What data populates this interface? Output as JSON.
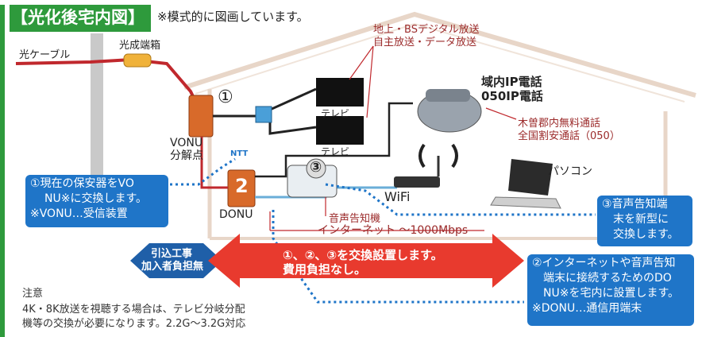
{
  "title": "【光化後宅内図】",
  "subtitle": "※模式的に図画しています。",
  "labels": {
    "fiber_cable": "光ケーブル",
    "optical_terminal_box": "光成端箱",
    "vonu_line1": "VONU",
    "vonu_line2": "分解点",
    "circle1": "①",
    "tv1": "テレビ",
    "tv2": "テレビ",
    "broadcast_line1": "地上・BSデジタル放送",
    "broadcast_line2": "自主放送・データ放送",
    "phone_line1": "域内IP電話",
    "phone_line2": "050IP電話",
    "call_line1": "木曽郡内無料通話",
    "call_line2": "全国割安通話（050）",
    "ntt_logo": "NTT",
    "circle3": "③",
    "wifi": "WiFi",
    "pc": "パソコン",
    "donu_num": "2",
    "donu": "DONU",
    "speaker_device": "音声告知機",
    "internet": "インターネット 〜1000Mbps"
  },
  "callouts": {
    "left_line1": "①現在の保安器をVO",
    "left_line2": "NU※に交換します。",
    "left_line3": "※VONU…受信装置",
    "right_top_line1": "③音声告知端",
    "right_top_line2": "末を新型に",
    "right_top_line3": "交換します。",
    "right_bottom_line1": "②インターネットや音声告知",
    "right_bottom_line2": "端末に接続するためのDO",
    "right_bottom_line3": "NU※を宅内に設置します。",
    "right_bottom_line4": "※DONU…通信用端末"
  },
  "arrows": {
    "blue_line1": "引込工事",
    "blue_line2": "加入者負担無",
    "red_line1": "①、②、③を交換設置します。",
    "red_line2": "費用負担なし。"
  },
  "notes": {
    "heading": "注意",
    "line1": "4K・8K放送を視聴する場合は、テレビ分岐分配",
    "line2": "機等の交換が必要になります。2.2G〜3.2G対応"
  },
  "colors": {
    "title_green": "#2e9a3c",
    "callout_blue": "#1f75c8",
    "arrow_red": "#e83a2e",
    "line_red": "#c0282d",
    "roof_beige": "#e8d6c8"
  }
}
